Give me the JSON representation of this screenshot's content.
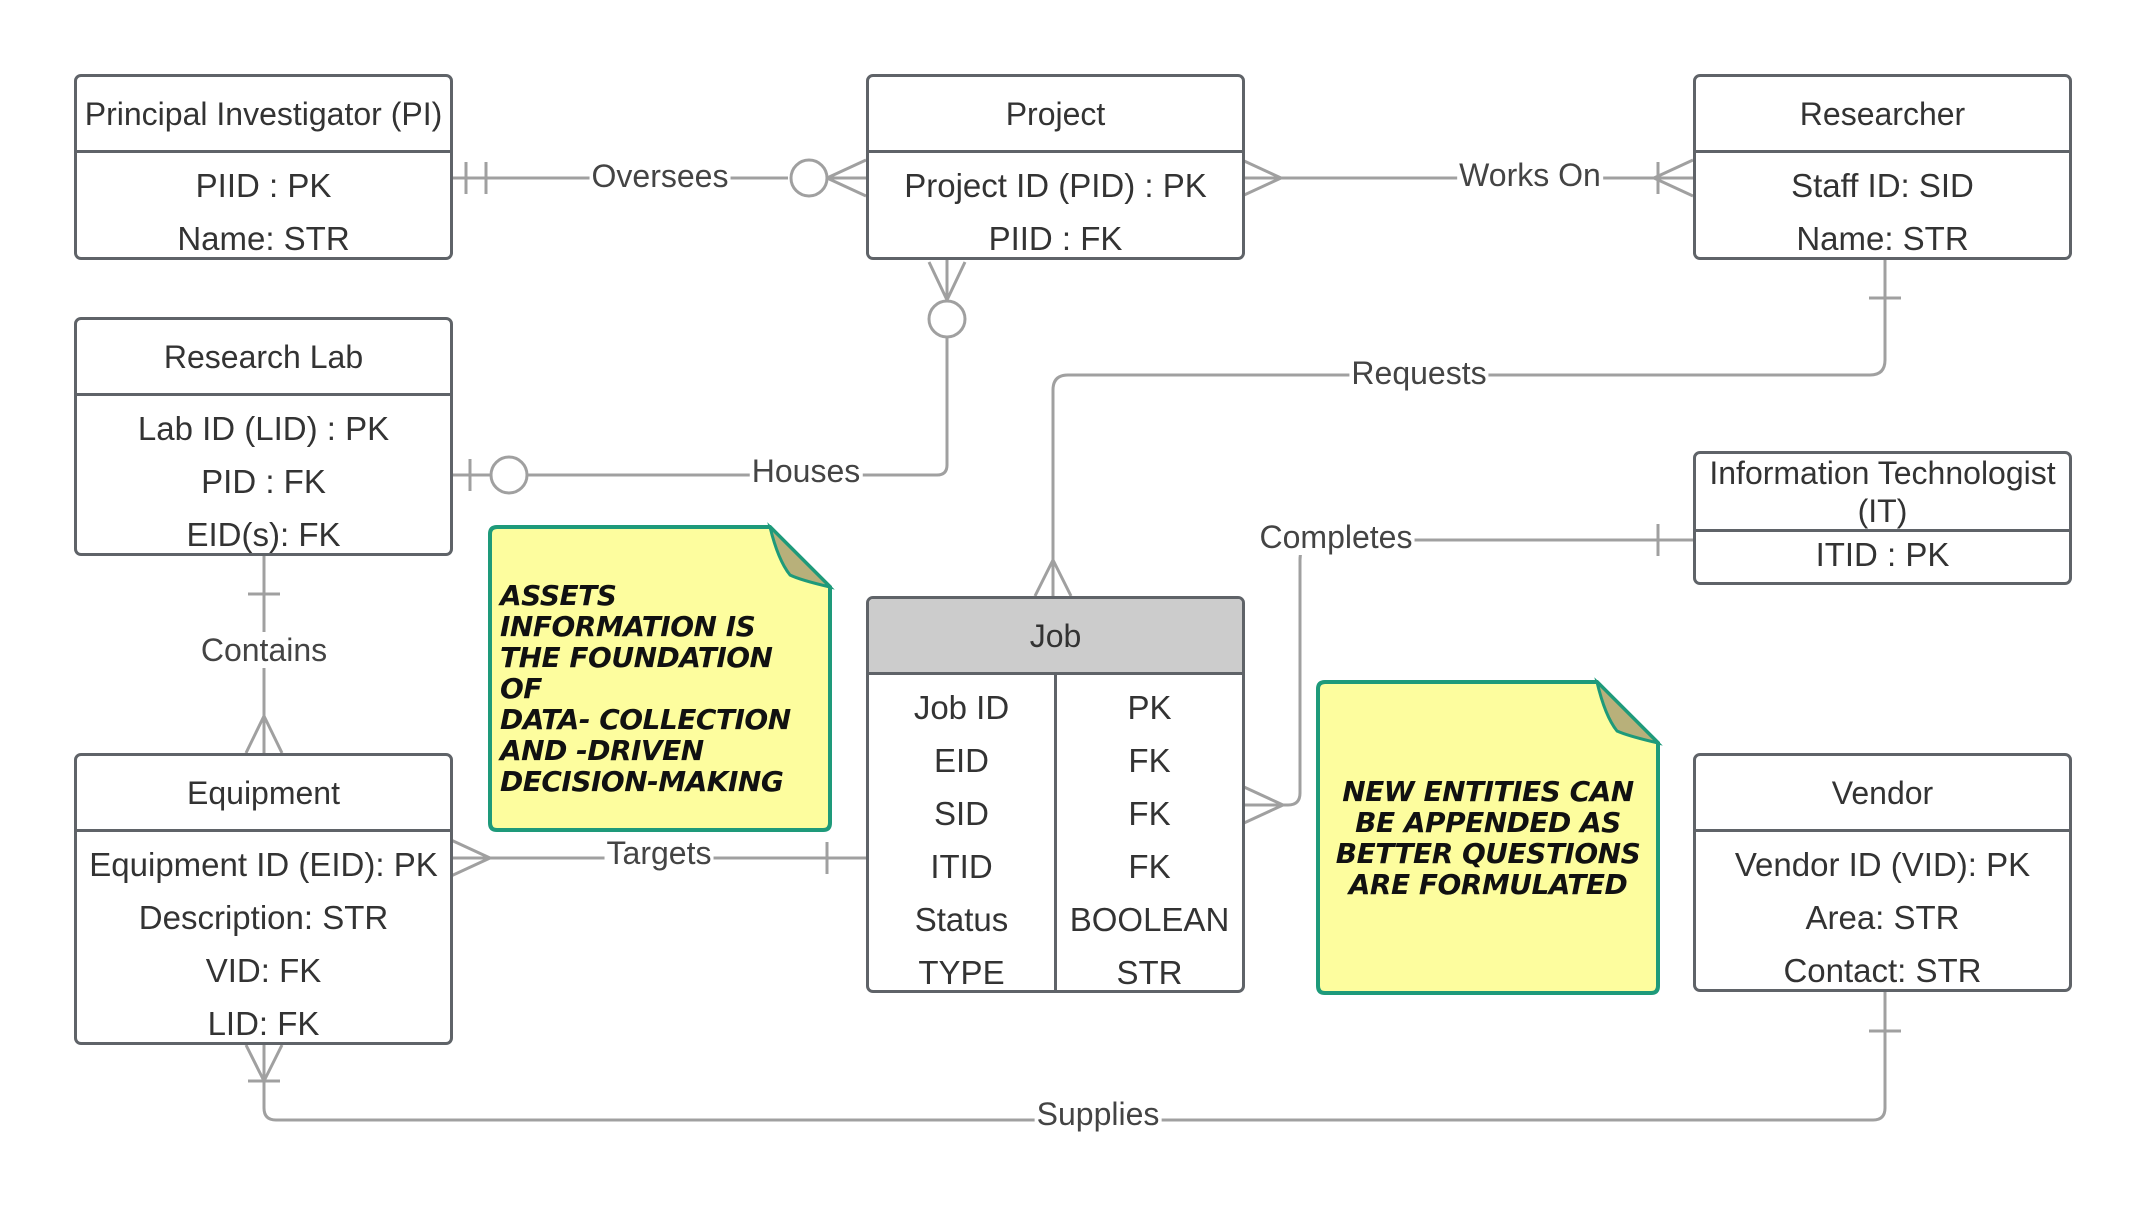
{
  "entities": {
    "pi": {
      "title": "Principal Investigator (PI)",
      "rows": [
        "PIID : PK",
        "Name: STR"
      ]
    },
    "project": {
      "title": "Project",
      "rows": [
        "Project ID (PID) : PK",
        "PIID : FK"
      ]
    },
    "researcher": {
      "title": "Researcher",
      "rows": [
        "Staff ID: SID",
        "Name: STR"
      ]
    },
    "lab": {
      "title": "Research Lab",
      "rows": [
        "Lab ID (LID) : PK",
        "PID : FK",
        "EID(s): FK"
      ]
    },
    "it": {
      "title": "Information Technologist  (IT)",
      "rows": [
        "ITID : PK"
      ]
    },
    "job": {
      "title": "Job",
      "fields": [
        "Job ID",
        "EID",
        "SID",
        "ITID",
        "Status",
        "TYPE"
      ],
      "types": [
        "PK",
        "FK",
        "FK",
        "FK",
        "BOOLEAN",
        "STR"
      ]
    },
    "equipment": {
      "title": "Equipment",
      "rows": [
        "Equipment ID (EID): PK",
        "Description: STR",
        "VID: FK",
        "LID: FK"
      ]
    },
    "vendor": {
      "title": "Vendor",
      "rows": [
        "Vendor ID (VID): PK",
        "Area: STR",
        "Contact: STR"
      ]
    }
  },
  "relationships": {
    "oversees": "Oversees",
    "works_on": "Works On",
    "requests": "Requests",
    "houses": "Houses",
    "completes": "Completes",
    "contains": "Contains",
    "targets": "Targets",
    "supplies": "Supplies"
  },
  "notes": {
    "assets": [
      "ASSETS",
      "INFORMATION IS",
      "THE FOUNDATION OF",
      "DATA- COLLECTION",
      "AND -DRIVEN",
      "DECISION-MAKING"
    ],
    "new_entities": [
      "NEW ENTITIES CAN",
      "BE APPENDED AS",
      "BETTER QUESTIONS",
      "ARE FORMULATED"
    ]
  },
  "colors": {
    "line": "#a0a0a0",
    "entity_border": "#5f6368",
    "job_header": "#cccccc",
    "note_fill": "#fdfd9e",
    "note_border": "#1e9a7a",
    "note_fold": "#b8b07a"
  }
}
